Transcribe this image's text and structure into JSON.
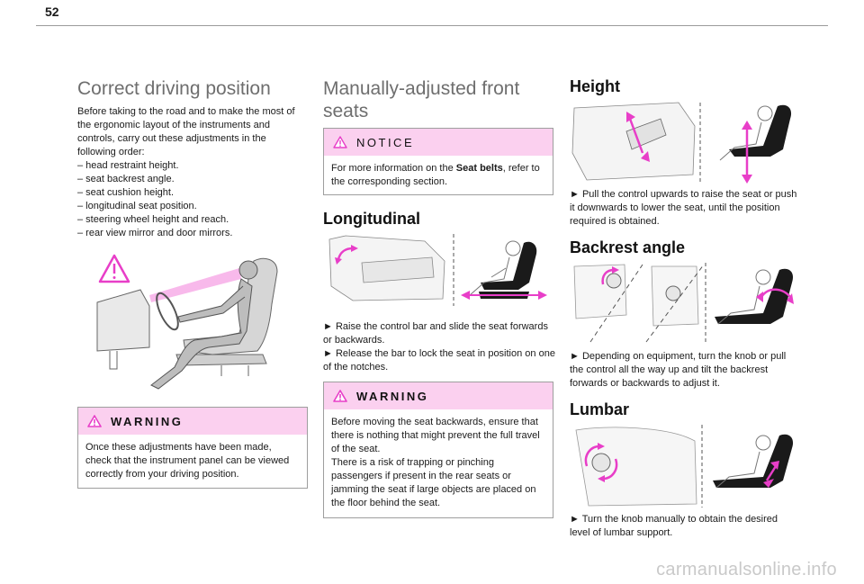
{
  "page_number": "52",
  "col1": {
    "heading": "Correct driving position",
    "intro": "Before taking to the road and to make the most of the ergonomic layout of the instruments and controls, carry out these adjustments in the following order:",
    "list": [
      "– head restraint height.",
      "– seat backrest angle.",
      "– seat cushion height.",
      "– longitudinal seat position.",
      "– steering wheel height and reach.",
      "– rear view mirror and door mirrors."
    ],
    "warning_title": "WARNING",
    "warning_text": "Once these adjustments have been made, check that the instrument panel can be viewed correctly from your driving position."
  },
  "col2": {
    "heading": "Manually-adjusted front seats",
    "notice_title": "NOTICE",
    "notice_text_pre": "For more information on the ",
    "notice_text_bold": "Seat belts",
    "notice_text_post": ", refer to the corresponding section.",
    "longitudinal_heading": "Longitudinal",
    "longitudinal_steps": [
      "► Raise the control bar and slide the seat forwards or backwards.",
      "► Release the bar to lock the seat in position on one of the notches."
    ],
    "warning_title": "WARNING",
    "warning_lines": [
      "Before moving the seat backwards, ensure that there is nothing that might prevent the full travel of the seat.",
      "There is a risk of trapping or pinching passengers if present in the rear seats or jamming the seat if large objects are placed on the floor behind the seat."
    ]
  },
  "col3": {
    "height_heading": "Height",
    "height_text": "► Pull the control upwards to raise the seat or push it downwards to lower the seat, until the position required is obtained.",
    "backrest_heading": "Backrest angle",
    "backrest_text": "► Depending on equipment, turn the knob or pull the control all the way up and tilt the backrest forwards or backwards to adjust it.",
    "lumbar_heading": "Lumbar",
    "lumbar_text": "► Turn the knob manually to obtain the desired level of lumbar support."
  },
  "footer_watermark": "carmanualsonline.info",
  "colors": {
    "accent_pink": "#e83ec8",
    "box_header": "#fbd0ef"
  }
}
